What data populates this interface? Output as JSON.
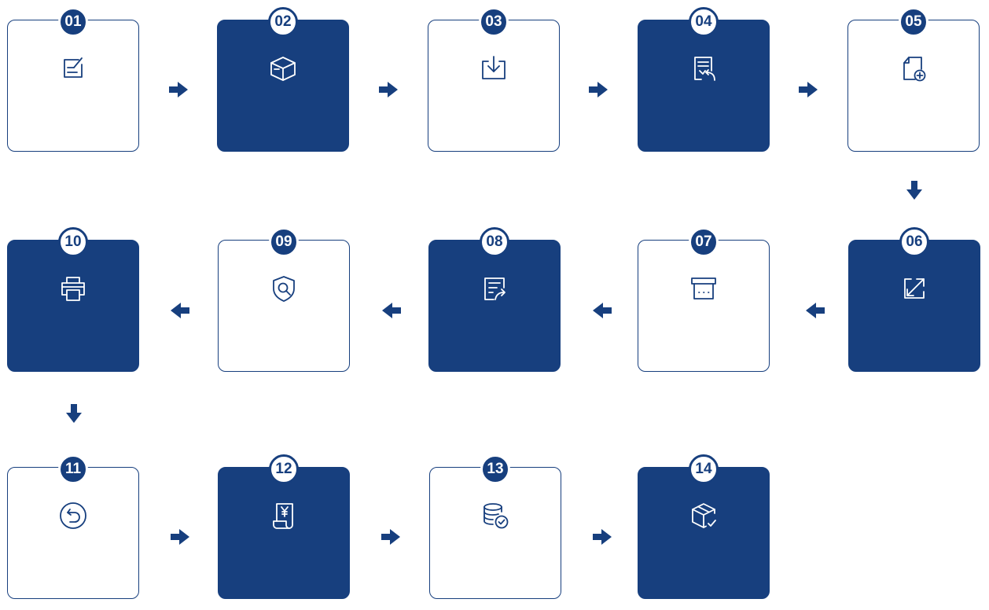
{
  "theme": {
    "primary": "#173f7e",
    "background": "#ffffff"
  },
  "steps": [
    {
      "number": "01",
      "icon": "edit-document-icon",
      "style": "light"
    },
    {
      "number": "02",
      "icon": "package-box-icon",
      "style": "dark"
    },
    {
      "number": "03",
      "icon": "download-tray-icon",
      "style": "light"
    },
    {
      "number": "04",
      "icon": "document-return-icon",
      "style": "dark"
    },
    {
      "number": "05",
      "icon": "add-document-icon",
      "style": "light"
    },
    {
      "number": "06",
      "icon": "expand-arrows-icon",
      "style": "dark"
    },
    {
      "number": "07",
      "icon": "archive-box-icon",
      "style": "light"
    },
    {
      "number": "08",
      "icon": "document-share-icon",
      "style": "dark"
    },
    {
      "number": "09",
      "icon": "shield-search-icon",
      "style": "light"
    },
    {
      "number": "10",
      "icon": "printer-icon",
      "style": "dark"
    },
    {
      "number": "11",
      "icon": "undo-circle-icon",
      "style": "light"
    },
    {
      "number": "12",
      "icon": "yen-receipt-icon",
      "style": "dark"
    },
    {
      "number": "13",
      "icon": "database-check-icon",
      "style": "light"
    },
    {
      "number": "14",
      "icon": "package-check-icon",
      "style": "dark"
    }
  ],
  "flow_arrows": [
    "right",
    "right",
    "right",
    "right",
    "down",
    "left",
    "left",
    "left",
    "left",
    "down",
    "right",
    "right",
    "right"
  ]
}
